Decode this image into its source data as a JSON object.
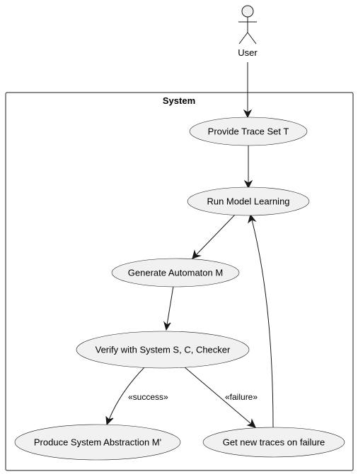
{
  "actor": {
    "label": "User"
  },
  "system": {
    "title": "System"
  },
  "use_cases": {
    "provide": "Provide Trace Set T",
    "learn": "Run Model Learning",
    "generate": "Generate Automaton M",
    "verify": "Verify with System S, C, Checker",
    "abstraction": "Produce System Abstraction M'",
    "newtraces": "Get new traces on failure"
  },
  "edges": {
    "success": "«success»",
    "failure": "«failure»"
  }
}
